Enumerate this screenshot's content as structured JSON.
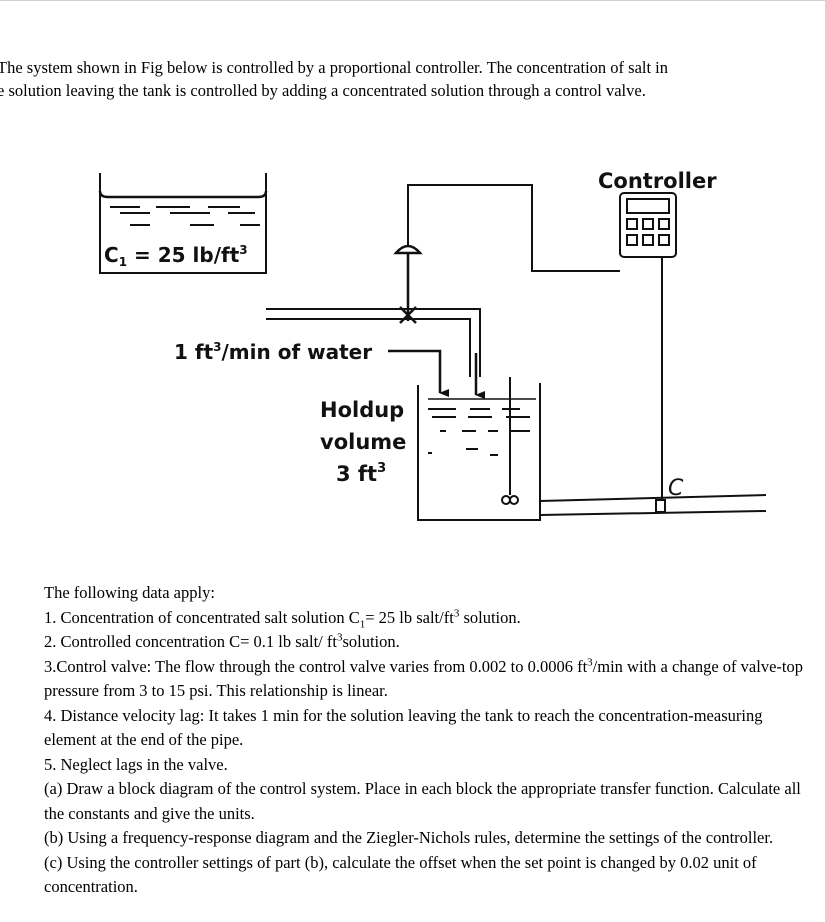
{
  "intro": {
    "line1": "The system shown in Fig below is controlled by a proportional controller. The concentration of salt in",
    "line2": "e solution leaving the tank is controlled by adding a concentrated solution through a control valve."
  },
  "figure": {
    "controller_label": "Controller",
    "c1_label_prefix": "C",
    "c1_label_sub": "1",
    "c1_label_mid": " = 25 lb/ft",
    "c1_label_sup": "3",
    "water_label_a": "1 ft",
    "water_label_sup": "3",
    "water_label_b": "/min of water",
    "holdup_line1": "Holdup",
    "holdup_line2": "volume",
    "holdup_line3": "3 ft",
    "holdup_sup": "3",
    "c_label": "C"
  },
  "data": {
    "heading": "The following data apply:",
    "item1_a": "1. Concentration of concentrated salt solution C",
    "item1_sub": "1",
    "item1_b": "= 25 lb salt/ft",
    "item1_sup": "3",
    "item1_c": " solution.",
    "item2_a": "2. Controlled concentration C= 0.1 lb salt/ ft",
    "item2_sup": "3",
    "item2_b": "solution.",
    "item3_a": "3.Control valve: The flow through the control valve varies from 0.002 to 0.0006 ft",
    "item3_sup": "3",
    "item3_b": "/min with a change of valve-top pressure from 3 to 15 psi. This relationship is linear.",
    "item4": "4. Distance velocity lag: It takes 1 min for the solution leaving the tank to reach the concentration-measuring element at the end of the pipe.",
    "item5": "5. Neglect lags in the valve.",
    "item_a": "(a) Draw a block diagram of the control system. Place in each block the appropriate transfer function. Calculate all the constants and give the units.",
    "item_b": "(b) Using a frequency-response diagram and the Ziegler-Nichols rules, determine the settings of the controller.",
    "item_c": "(c) Using the controller settings of part (b), calculate the offset when the set point is changed by 0.02 unit of concentration."
  }
}
